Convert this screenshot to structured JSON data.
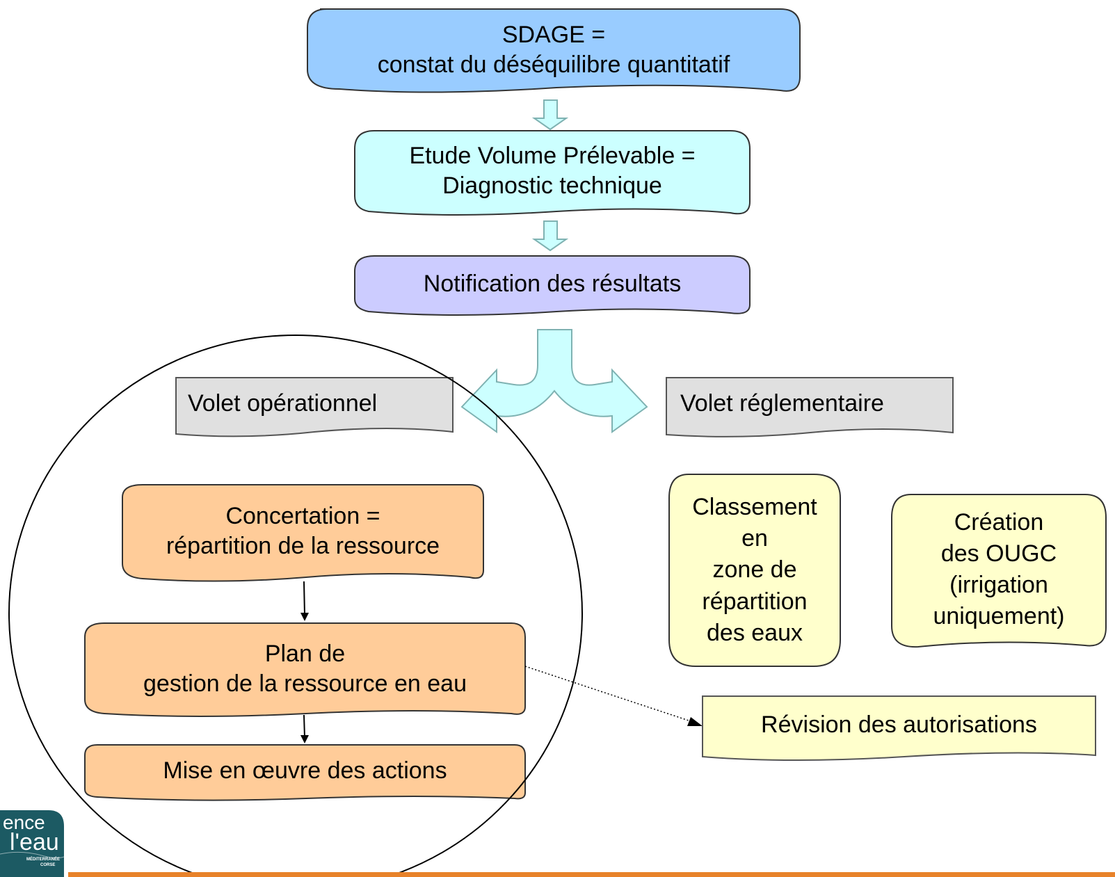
{
  "colors": {
    "sdage_fill": "#99ccff",
    "etude_fill": "#ccffff",
    "notification_fill": "#ccccff",
    "volet_fill": "#e0e0e0",
    "action_fill": "#ffcc99",
    "regl_fill": "#ffffcc",
    "arrow_fill": "#ccffff",
    "arrow_stroke": "#7fb2b2",
    "logo_fill": "#1c5a63",
    "footer_bar": "#e8822a"
  },
  "nodes": {
    "sdage": {
      "line1": "SDAGE =",
      "line2": "constat du déséquilibre quantitatif"
    },
    "etude": {
      "line1": "Etude Volume Prélevable =",
      "line2": "Diagnostic technique"
    },
    "notification": {
      "line1": "Notification des résultats"
    },
    "volet_operationnel": {
      "line1": "Volet opérationnel"
    },
    "volet_reglementaire": {
      "line1": "Volet réglementaire"
    },
    "concertation": {
      "line1": "Concertation =",
      "line2": "répartition de la ressource"
    },
    "plan": {
      "line1": "Plan de",
      "line2": "gestion de la ressource en eau"
    },
    "mise_en_oeuvre": {
      "line1": "Mise en œuvre des actions"
    },
    "classement": {
      "line1": "Classement",
      "line2": "en",
      "line3": "zone de",
      "line4": "répartition",
      "line5": "des eaux"
    },
    "creation": {
      "line1": "Création",
      "line2": "des OUGC",
      "line3": "(irrigation",
      "line4": "uniquement)"
    },
    "revision": {
      "line1": "Révision des autorisations"
    }
  },
  "logo": {
    "line1": "ence",
    "line2": "l'eau",
    "line3": "MÉDITERRANÉE",
    "line4": "CORSE"
  }
}
